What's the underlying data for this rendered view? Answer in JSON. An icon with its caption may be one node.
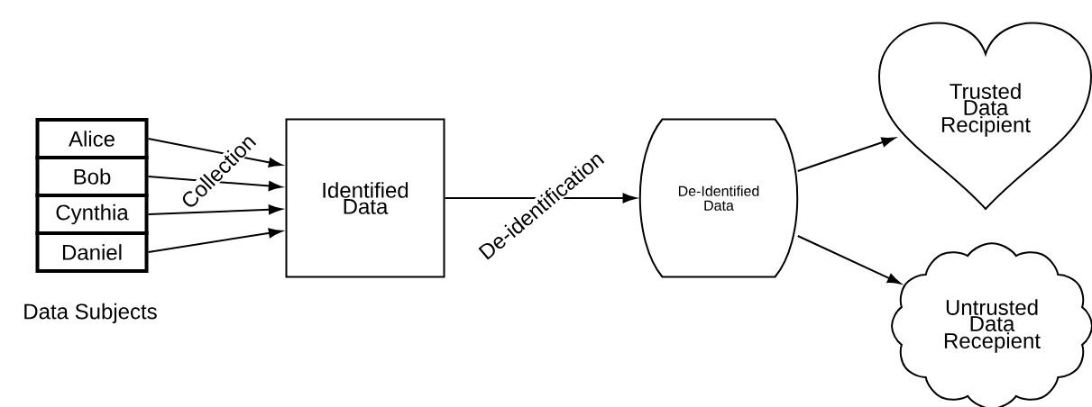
{
  "diagram": {
    "nodes": [
      {
        "text": [
          "Alice"
        ]
      },
      {
        "text": [
          "Bob"
        ]
      },
      {
        "text": [
          "Cynthia"
        ]
      },
      {
        "text": [
          "Daniel"
        ]
      },
      {
        "text": [
          "Identified Data"
        ]
      },
      {
        "text": [
          "De-Identified Data"
        ]
      },
      {
        "text": [
          "Trusted Data Recipient"
        ]
      },
      {
        "text": [
          "Untrusted Data Recepient"
        ]
      }
    ],
    "edges": [
      {
        "from": 0,
        "to": 4,
        "arrow": "to"
      },
      {
        "from": 1,
        "to": 4,
        "arrow": "to",
        "label": "Collection"
      },
      {
        "from": 2,
        "to": 4,
        "arrow": "to"
      },
      {
        "from": 3,
        "to": 4,
        "arrow": "to"
      },
      {
        "from": 4,
        "to": 5,
        "arrow": "to",
        "label": "De-identification"
      },
      {
        "from": 5,
        "to": 6,
        "arrow": "to"
      },
      {
        "from": 5,
        "to": 7,
        "arrow": "to"
      }
    ],
    "labels": [
      "Data Subjects"
    ]
  }
}
